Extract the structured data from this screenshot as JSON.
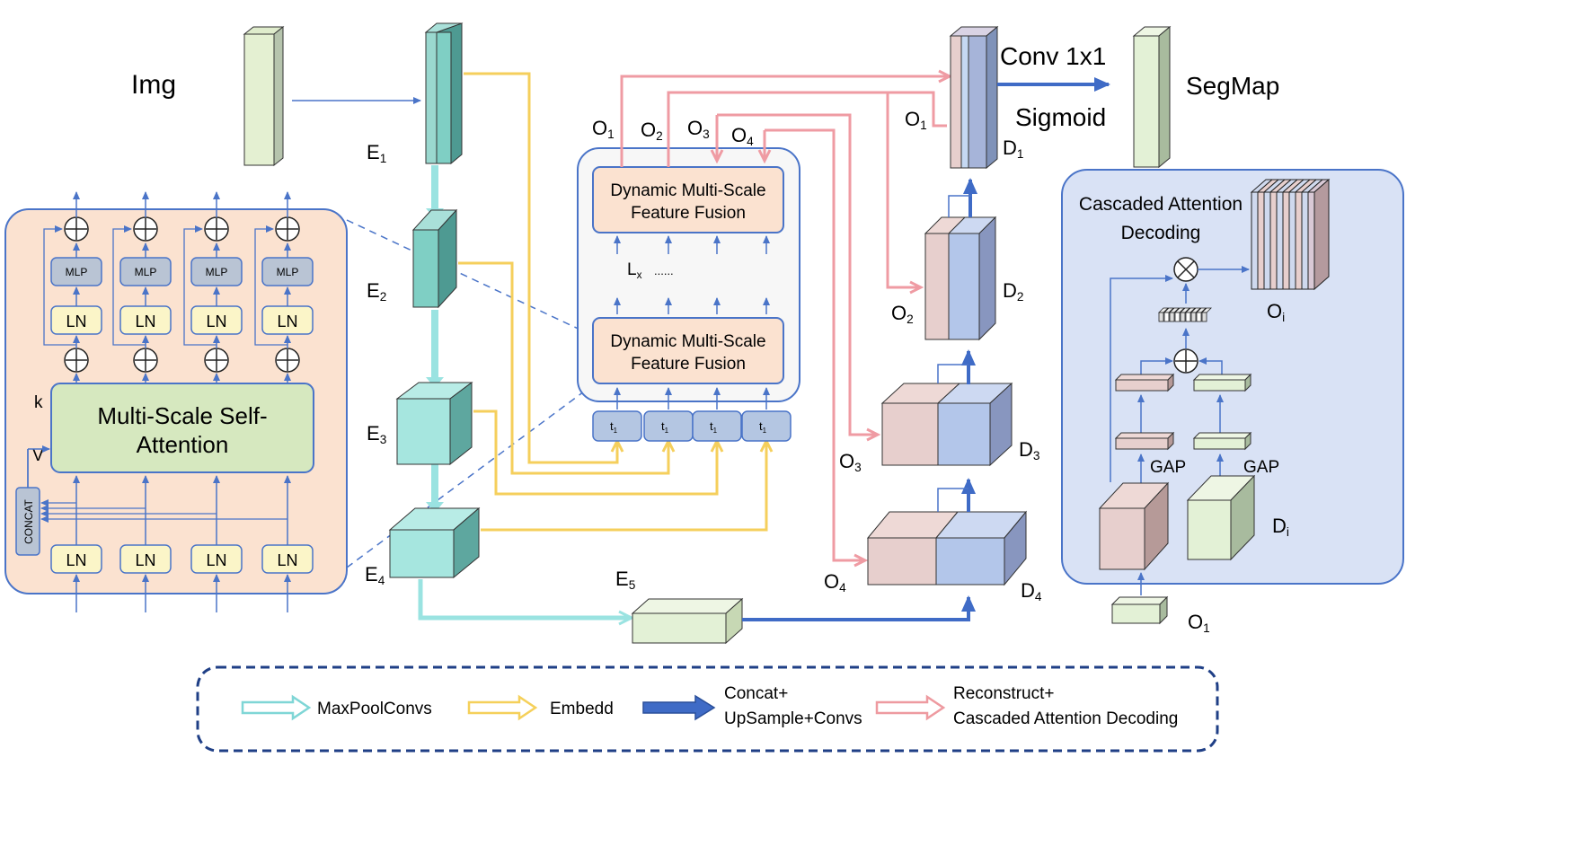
{
  "labels": {
    "img": "Img",
    "segmap": "SegMap",
    "conv1x1": "Conv 1x1",
    "sigmoid": "Sigmoid",
    "lx": "L",
    "lx_sub": "x",
    "lx_dots": "......",
    "k": "k",
    "v": "V",
    "concat": "CONCAT",
    "gap": "GAP"
  },
  "encoder": [
    {
      "id": "E1",
      "letter": "E",
      "sub": "1"
    },
    {
      "id": "E2",
      "letter": "E",
      "sub": "2"
    },
    {
      "id": "E3",
      "letter": "E",
      "sub": "3"
    },
    {
      "id": "E4",
      "letter": "E",
      "sub": "4"
    },
    {
      "id": "E5",
      "letter": "E",
      "sub": "5"
    }
  ],
  "decoder": [
    {
      "id": "D1",
      "letter": "D",
      "sub": "1"
    },
    {
      "id": "D2",
      "letter": "D",
      "sub": "2"
    },
    {
      "id": "D3",
      "letter": "D",
      "sub": "3"
    },
    {
      "id": "D4",
      "letter": "D",
      "sub": "4"
    },
    {
      "id": "Di",
      "letter": "D",
      "sub": "i"
    }
  ],
  "outputs": [
    {
      "id": "O1",
      "letter": "O",
      "sub": "1"
    },
    {
      "id": "O2",
      "letter": "O",
      "sub": "2"
    },
    {
      "id": "O3",
      "letter": "O",
      "sub": "3"
    },
    {
      "id": "O4",
      "letter": "O",
      "sub": "4"
    },
    {
      "id": "Oi",
      "letter": "O",
      "sub": "i"
    }
  ],
  "fusion": {
    "line1": "Dynamic Multi-Scale",
    "line2": "Feature Fusion"
  },
  "token": {
    "letter": "t",
    "sub": "1"
  },
  "msa": {
    "line1": "Multi-Scale Self-",
    "line2": "Attention",
    "mlp": "MLP",
    "ln": "LN"
  },
  "cad": {
    "line1": "Cascaded Attention",
    "line2": "Decoding"
  },
  "legend": [
    {
      "id": "maxpool",
      "label": "MaxPoolConvs",
      "color": "#7fd6d6"
    },
    {
      "id": "embedd",
      "label": "Embedd",
      "color": "#f5d05a"
    },
    {
      "id": "concat",
      "label1": "Concat+",
      "label2": "UpSample+Convs",
      "color": "#3f6bc6"
    },
    {
      "id": "reconstruct",
      "label1": "Reconstruct+",
      "label2": "Cascaded Attention Decoding",
      "color": "#ee9aa0"
    }
  ],
  "colors": {
    "thin_arrow": "#4a74c8",
    "embed_line": "#f5cf5c",
    "recon_line": "#ef9ba3",
    "maxpool_line": "#9ae3e1",
    "concat_line": "#3f6bc6",
    "teal_front": "#7fcfc4",
    "teal_side": "#4e9a92",
    "msa_panel": "#fbe2d0",
    "cad_panel": "#d9e2f5",
    "fusion_box": "#fbe2d0",
    "ln_box": "#fbf5c8",
    "mlp_box": "#b9c4d4",
    "token_box": "#b4c6e2",
    "pink_block": "#e7cfcd",
    "blue_block": "#b3c6ea",
    "green_block": "#e3f1d6",
    "msa_box": "#d6e8bf"
  }
}
